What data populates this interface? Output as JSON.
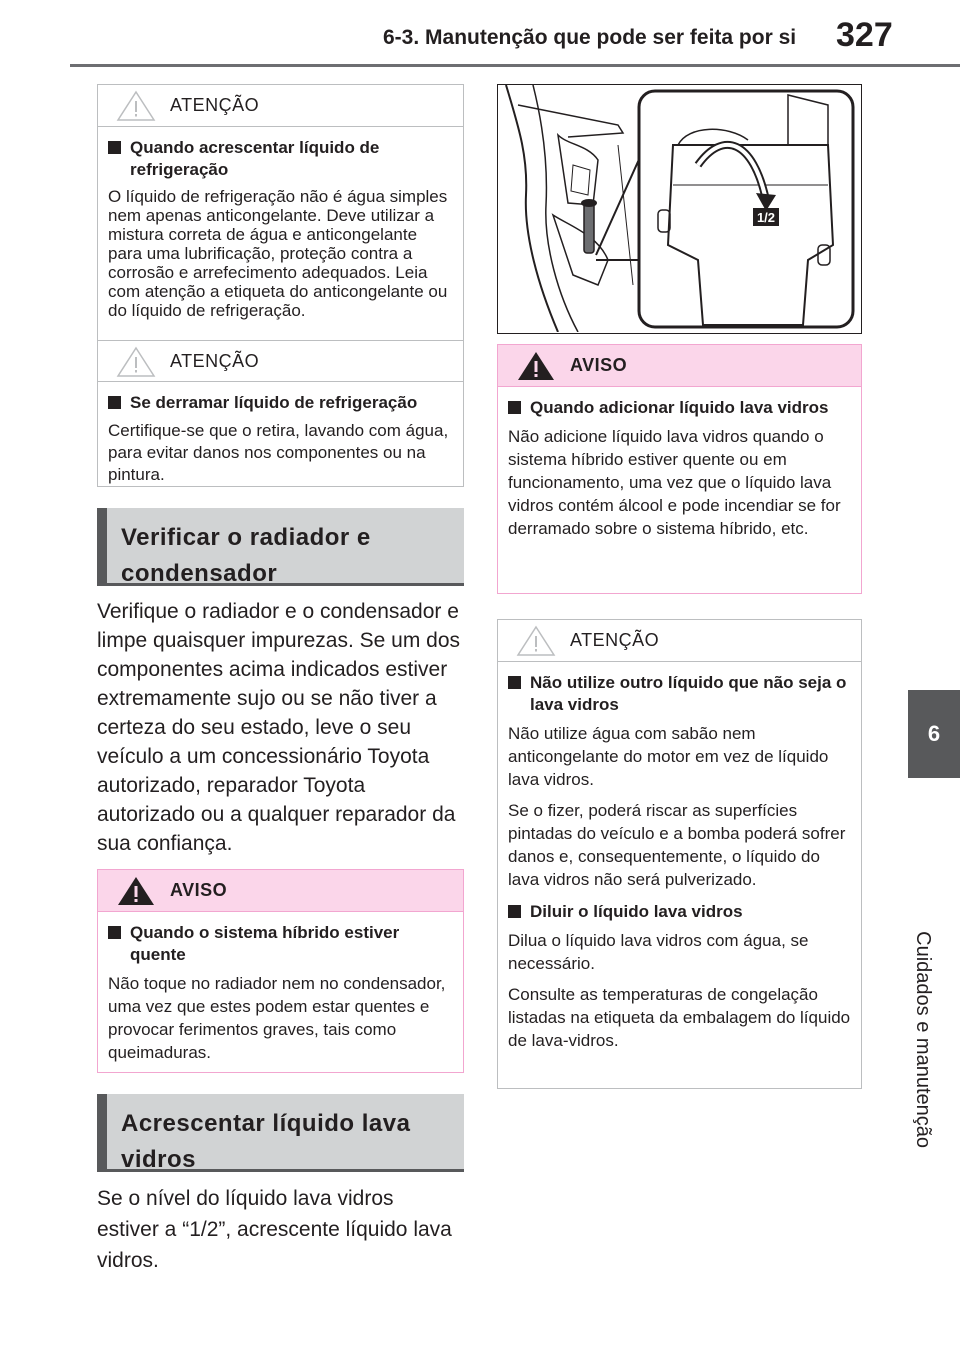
{
  "header": {
    "section_title": "6-3. Manutenção que pode ser feita por si",
    "page_number": "327"
  },
  "side": {
    "chapter_number": "6",
    "chapter_title": "Cuidados e manutenção"
  },
  "left": {
    "caution1": {
      "label": "ATENÇÃO",
      "title": "Quando acrescentar líquido de refrigeração",
      "text": "O líquido de refrigeração não é água simples nem apenas anticongelante. Deve utilizar a mistura correta de água e anticongelante para uma lubrificação, proteção contra a corrosão e arrefecimento adequados. Leia com atenção a etiqueta do anticongelante ou do líquido de refrigeração.",
      "label2": "ATENÇÃO",
      "title2": "Se derramar líquido de refrigeração",
      "text2": "Certifique-se que o retira, lavando com água, para evitar danos nos componentes ou na pintura."
    },
    "section1": {
      "title": "Verificar o radiador e condensador"
    },
    "para1": "Verifique o radiador e o condensador e limpe quaisquer impurezas. Se um dos componentes acima indicados estiver extremamente sujo ou se não tiver a certeza do seu estado, leve o seu veículo a um concessionário Toyota autorizado, reparador Toyota autorizado ou a qualquer reparador da sua confiança.",
    "warning1": {
      "label": "AVISO",
      "title": "Quando o sistema híbrido estiver quente",
      "text": "Não toque no radiador nem no condensador, uma vez que estes podem estar quentes e provocar ferimentos graves, tais como queimaduras."
    },
    "section2": {
      "title": "Acrescentar líquido lava vidros"
    },
    "para2": "Se o nível do líquido lava vidros estiver a “1/2”, acrescente líquido lava vidros."
  },
  "right": {
    "figure": {
      "level_mark": "1/2"
    },
    "warning2": {
      "label": "AVISO",
      "title": "Quando adicionar líquido lava vidros",
      "text": "Não adicione líquido lava vidros quando o sistema híbrido estiver quente ou em funcionamento, uma vez que o líquido lava vidros contém álcool e pode incendiar se for derramado sobre o sistema híbrido, etc."
    },
    "caution2": {
      "label": "ATENÇÃO",
      "title1": "Não utilize outro líquido que não seja o lava vidros",
      "text1a": "Não utilize água com sabão nem anticongelante do motor em vez de líquido lava vidros.",
      "text1b": "Se o fizer, poderá riscar as superfícies pintadas do veículo e a bomba poderá sofrer danos e, consequentemente, o líquido do lava vidros não será pulverizado.",
      "title2": "Diluir o líquido lava vidros",
      "text2a": "Dilua o líquido lava vidros com água, se necessário.",
      "text2b": "Consulte as temperaturas de congelação listadas na etiqueta da embalagem do líquido de lava-vidros."
    }
  },
  "colors": {
    "warning_bg": "#fbd6ea",
    "section_bg": "#d1d3d4",
    "dark_gray": "#58595b"
  }
}
